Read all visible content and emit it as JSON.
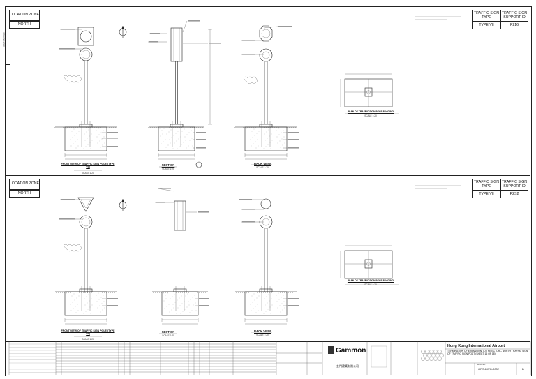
{
  "left_margin_label": "SIGN DETAILS",
  "panels": [
    {
      "id": "top",
      "location_zone_label": "LOCATION ZONE",
      "location_zone_value": "NORTH",
      "sign_type_label": "TRAFFIC SIGN TYPE",
      "sign_type_value": "TYPE VII",
      "support_id_label": "TRAFFIC SIGN SUPPORT ID",
      "support_id_value": "P216",
      "front_caption": "FRONT VIEW OF TRAFFIC SIGN POLE (TYPE VII)",
      "section_caption": "SECTION",
      "back_caption": "BACK VIEW",
      "plan_caption": "PLAN OF TRAFFIC SIGN POLE FOOTING",
      "scale_text": "SCALE 1:20"
    },
    {
      "id": "bottom",
      "location_zone_label": "LOCATION ZONE",
      "location_zone_value": "NORTH",
      "sign_type_label": "TRAFFIC SIGN TYPE",
      "sign_type_value": "TYPE VII",
      "support_id_label": "TRAFFIC SIGN SUPPORT ID",
      "support_id_value": "P2S2",
      "front_caption": "FRONT VIEW OF TRAFFIC SIGN POLE (TYPE VII)",
      "section_caption": "SECTION",
      "back_caption": "BACK VIEW",
      "plan_caption": "PLAN OF TRAFFIC SIGN POLE FOOTING",
      "scale_text": "SCALE 1:20"
    }
  ],
  "title_block": {
    "contractor": "Gammon",
    "contractor_cn": "金門建築有限公司",
    "client": "Hong Kong International Airport",
    "drawing_title": "TERMINATION OF EXPANSION TO THE ECTOR – NORTH TRAFFIC SIGN OF TRAFFIC SIGN POST (SHEET 16 OF 18)",
    "drawing_no_label": "DRG NO.",
    "drawing_no": "ORS-DWG-0032",
    "rev": "B"
  }
}
